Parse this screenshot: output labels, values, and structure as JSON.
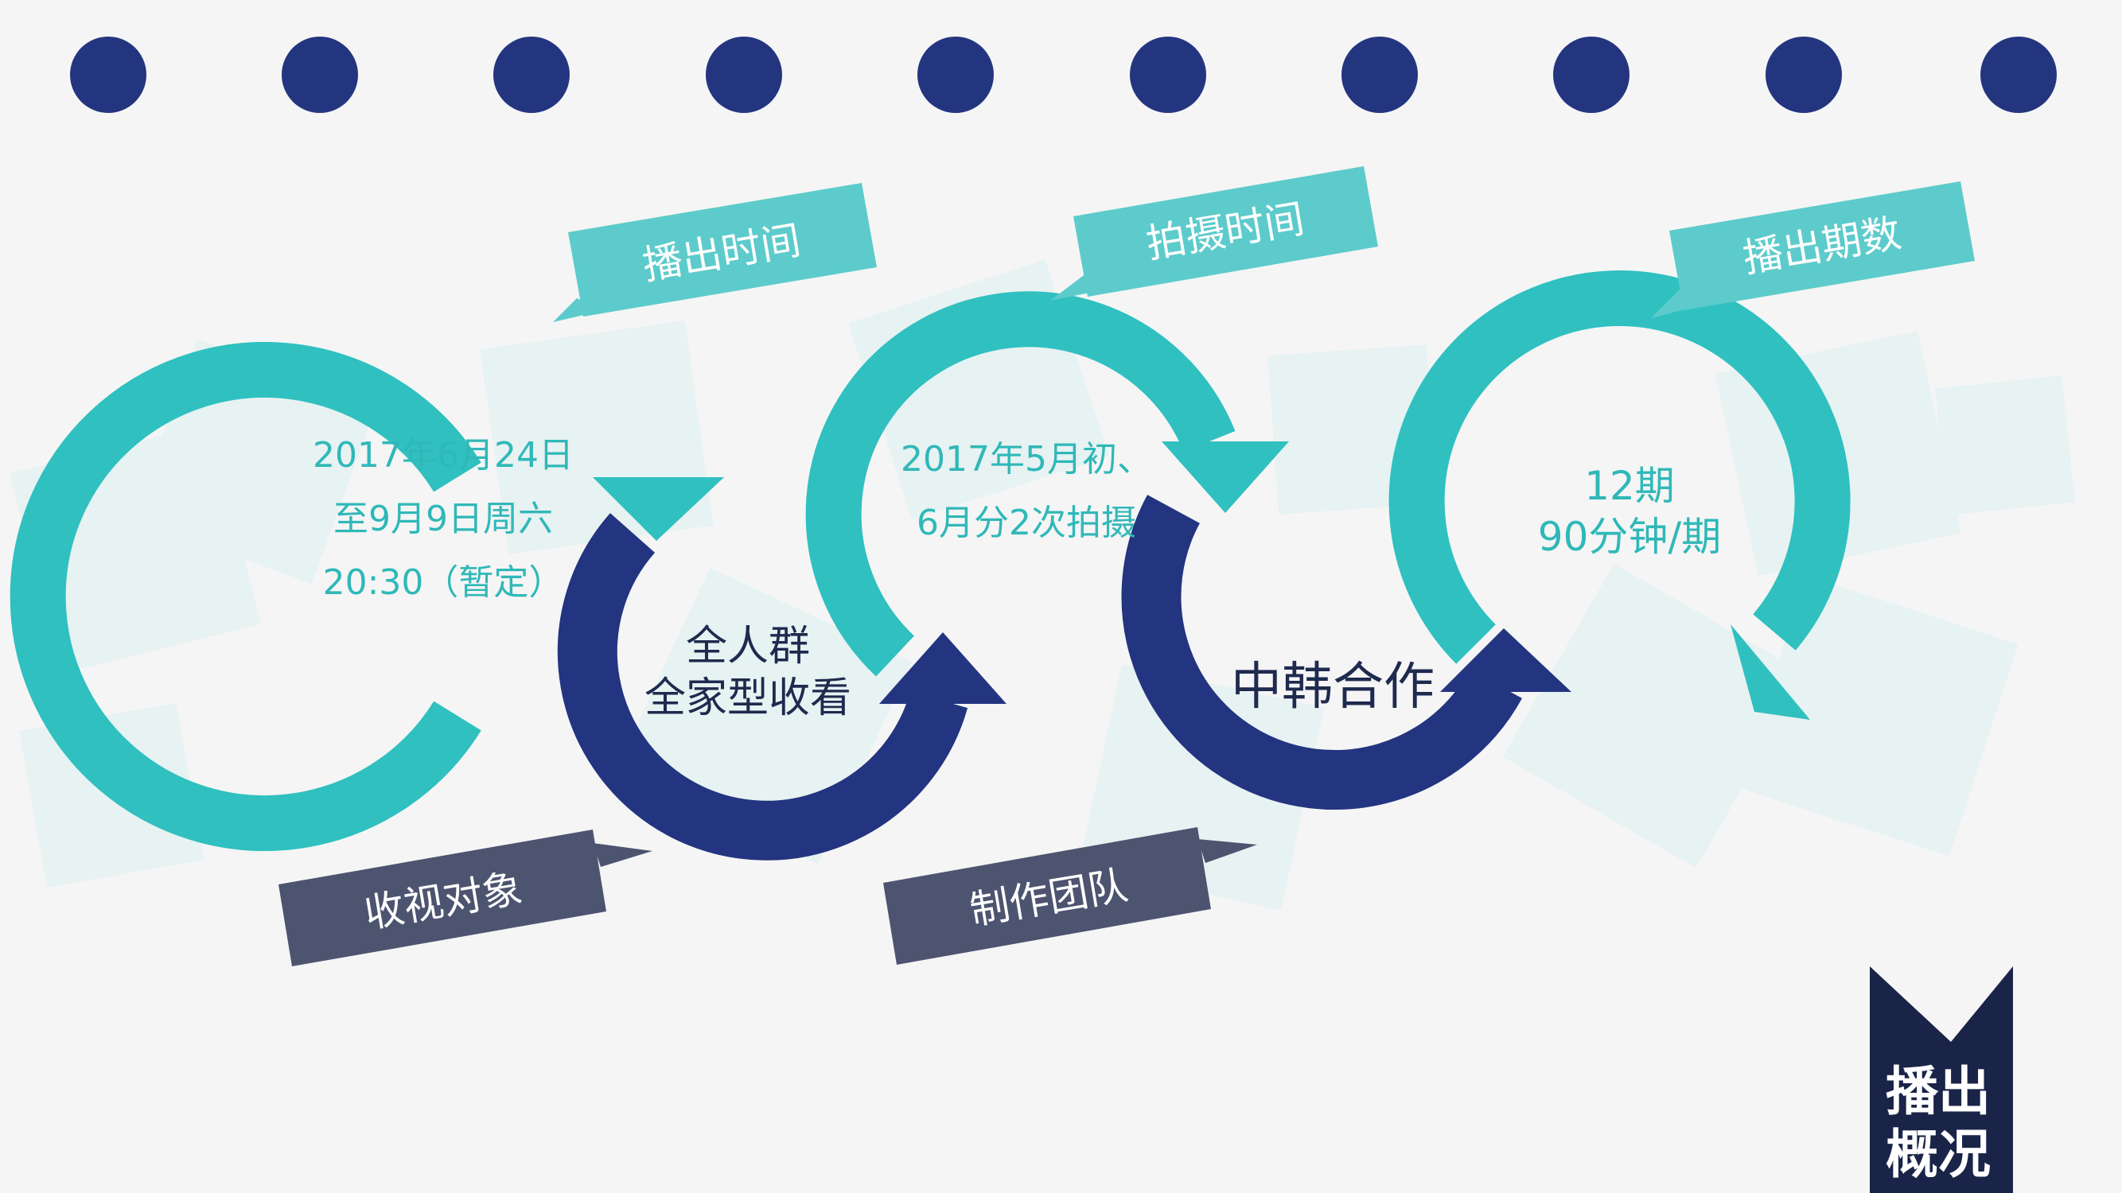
{
  "colors": {
    "background": "#f5f5f5",
    "dot": "#243580",
    "teal": "#30c0c0",
    "teal_label": "#5dcbcb",
    "navy": "#233580",
    "slate_label": "#4d5470",
    "center_text": "#1f2a4f",
    "corner_badge": "#1a2448",
    "white": "#ffffff"
  },
  "labels": {
    "broadcast_time": "播出时间",
    "shoot_time": "拍摄时间",
    "episodes": "播出期数",
    "audience": "收视对象",
    "production": "制作团队"
  },
  "circles": {
    "c1": {
      "line1": "2017年6月24日",
      "line2": "至9月9日周六",
      "line3": "20:30（暂定）"
    },
    "c2": {
      "line1": "全人群",
      "line2": "全家型收看"
    },
    "c3": {
      "line1": "2017年5月初、",
      "line2": "6月分2次拍摄"
    },
    "c4": {
      "line1": "中韩合作"
    },
    "c5": {
      "line1": "12期",
      "line2": "90分钟/期"
    }
  },
  "corner": {
    "line1": "播出",
    "line2": "概况"
  }
}
